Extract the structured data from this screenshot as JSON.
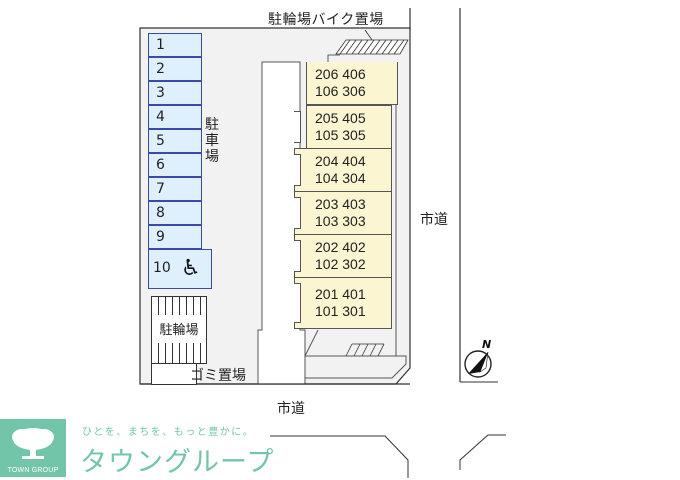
{
  "labels": {
    "bike_parking_top": "駐輪場バイク置場",
    "car_parking": "駐車場",
    "bicycle_parking": "駐輪場",
    "garbage": "ゴミ置場",
    "road_right": "市道",
    "road_bottom": "市道",
    "north": "N"
  },
  "parking_spaces": [
    "1",
    "2",
    "3",
    "4",
    "5",
    "6",
    "7",
    "8",
    "9",
    "10"
  ],
  "accessible_space": "10",
  "units": [
    {
      "top": "206 406",
      "bottom": "106 306"
    },
    {
      "top": "205 405",
      "bottom": "105 305"
    },
    {
      "top": "204 404",
      "bottom": "104 304"
    },
    {
      "top": "203 403",
      "bottom": "103 303"
    },
    {
      "top": "202 402",
      "bottom": "102 302"
    },
    {
      "top": "201 401",
      "bottom": "101 301"
    }
  ],
  "logo": {
    "mark_text": "TOWN GROUP",
    "slogan": "ひとを、まちを、もっと豊かに。",
    "brand": "タウングループ"
  },
  "colors": {
    "parking_fill": "#dff0fd",
    "parking_stroke": "#3a4aa8",
    "unit_fill": "#fbf5d2",
    "site_fill": "#f2f2f2",
    "brand": "#72c5a8"
  }
}
